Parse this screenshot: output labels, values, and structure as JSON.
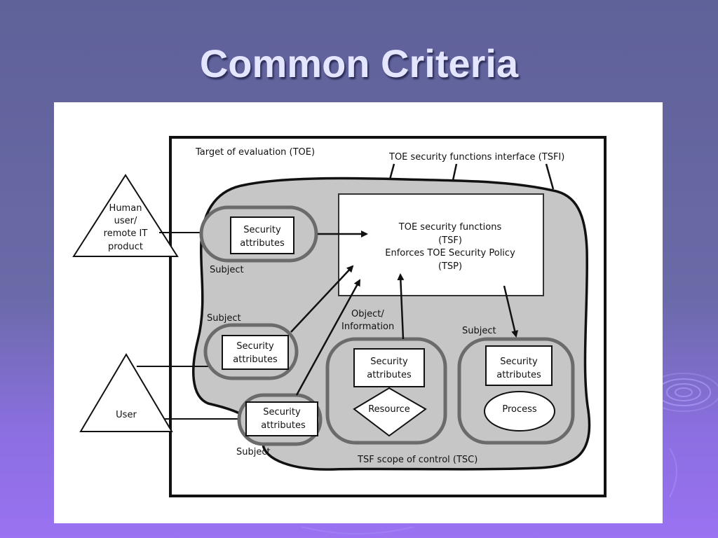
{
  "slide": {
    "title": "Common Criteria"
  },
  "diagram": {
    "toe_label": "Target of evaluation (TOE)",
    "tsfi_label": "TOE security functions interface (TSFI)",
    "tsc_label": "TSF scope of control (TSC)",
    "tsf_box": {
      "line1": "TOE security functions",
      "line2": "(TSF)",
      "line3": "Enforces TOE Security Policy",
      "line4": "(TSP)"
    },
    "actors": {
      "human": {
        "line1": "Human",
        "line2": "user/",
        "line3": "remote IT",
        "line4": "product"
      },
      "user": {
        "label": "User"
      }
    },
    "security_attributes": {
      "line1": "Security",
      "line2": "attributes"
    },
    "labels": {
      "subject": "Subject",
      "object_line1": "Object/",
      "object_line2": "Information",
      "resource": "Resource",
      "process": "Process"
    }
  }
}
